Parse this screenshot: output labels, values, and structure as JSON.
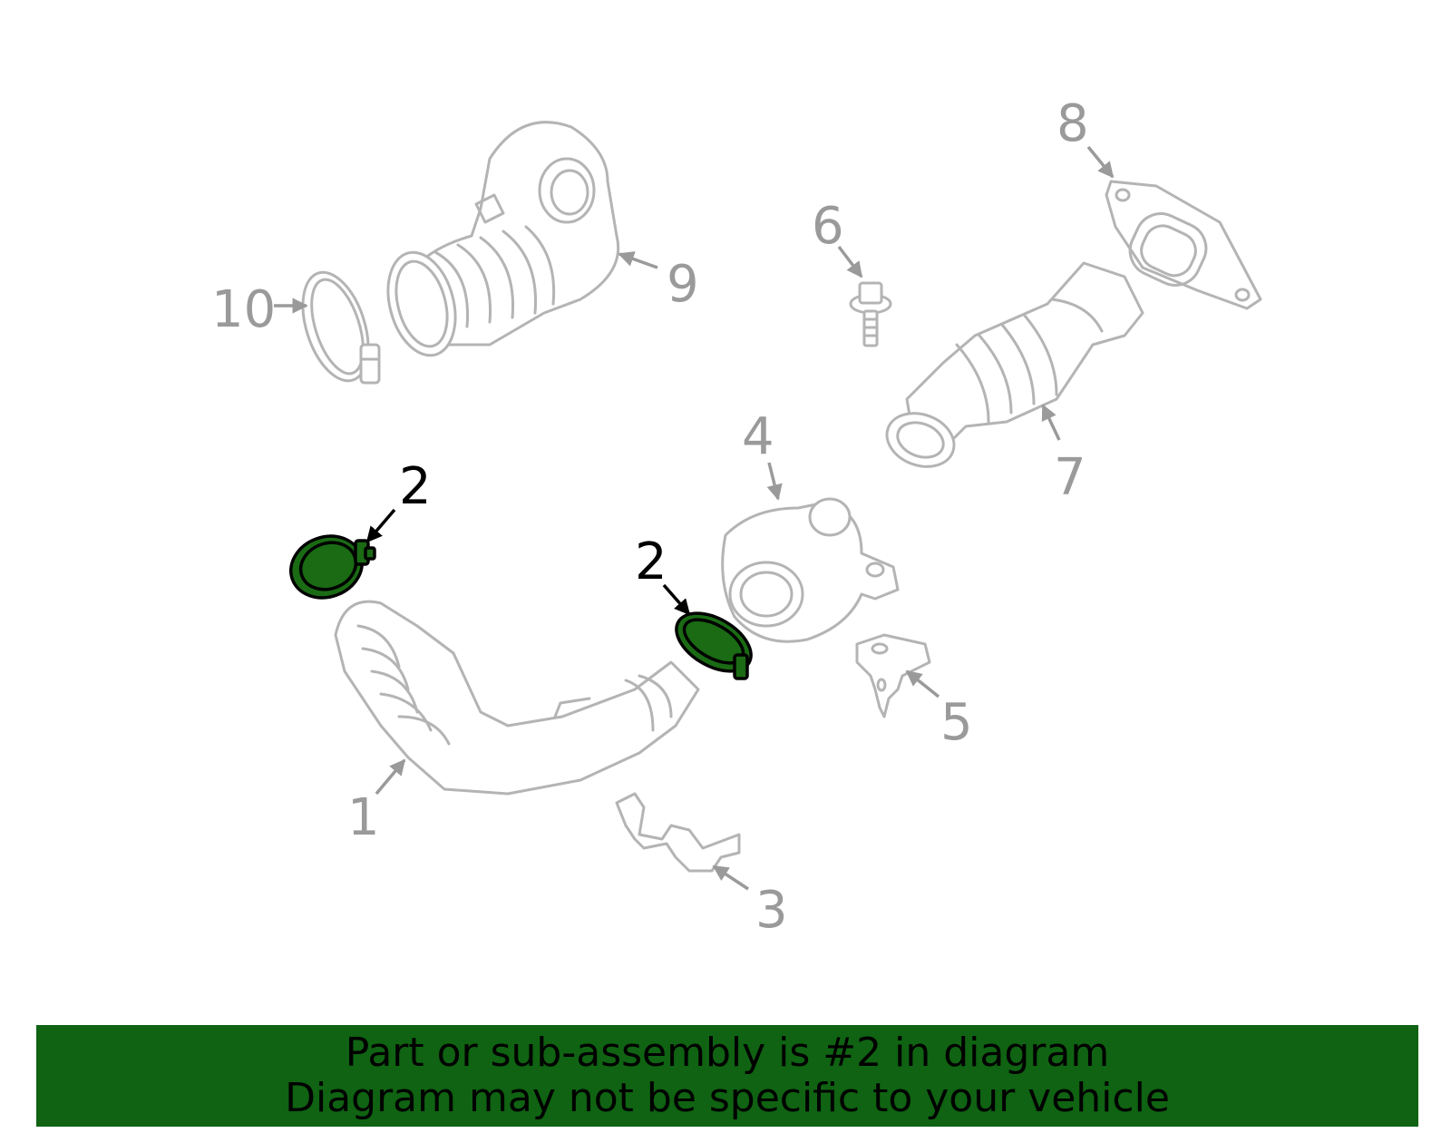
{
  "colors": {
    "highlight": "#1a6b14",
    "banner": "#0f6312",
    "part_outline": "#b4b4b4",
    "callout_text": "#9a9a9a",
    "active_text": "#000000"
  },
  "callouts": {
    "c1": "1",
    "c2a": "2",
    "c2b": "2",
    "c3": "3",
    "c4": "4",
    "c5": "5",
    "c6": "6",
    "c7": "7",
    "c8": "8",
    "c9": "9",
    "c10": "10"
  },
  "banner": {
    "line1": "Part or sub-assembly is #2 in diagram",
    "line2": "Diagram may not be specific to your vehicle"
  }
}
